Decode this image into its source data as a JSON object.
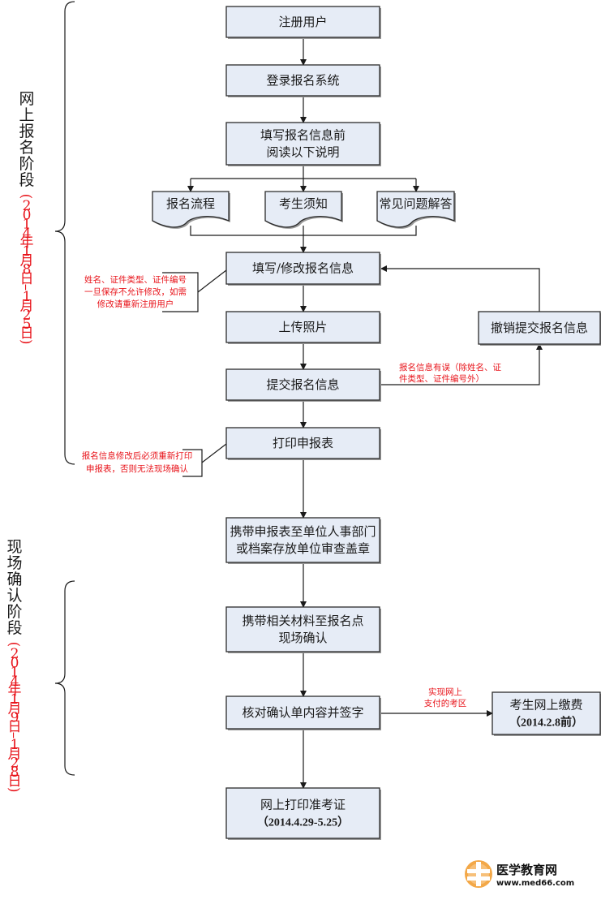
{
  "phases": [
    {
      "id": "online",
      "title_chars": [
        "网",
        "上",
        "报",
        "名",
        "阶",
        "段"
      ],
      "date_chars": [
        "(",
        "2",
        "0",
        "1",
        "4",
        "年",
        "1",
        "月",
        "8",
        "日",
        "–",
        "1",
        "月",
        "2",
        "5",
        "日",
        ")"
      ],
      "title": "网上报名阶段",
      "date": "(2014年1月8日–1月25日)"
    },
    {
      "id": "onsite",
      "title_chars": [
        "现",
        "场",
        "确",
        "认",
        "阶",
        "段"
      ],
      "date_chars": [
        "(",
        "2",
        "0",
        "1",
        "4",
        "年",
        "1",
        "月",
        "9",
        "日",
        "–",
        "1",
        "月",
        "2",
        "8",
        "日",
        ")"
      ],
      "title": "现场确认阶段",
      "date": "(2014年1月9日–1月28日)"
    }
  ],
  "steps": {
    "register": [
      "注册用户"
    ],
    "login": [
      "登录报名系统"
    ],
    "read_before": [
      "填写报名信息前",
      "阅读以下说明"
    ],
    "fill_modify": [
      "填写/修改报名信息"
    ],
    "upload_photo": [
      "上传照片"
    ],
    "submit": [
      "提交报名信息"
    ],
    "print_form": [
      "打印申报表"
    ],
    "stamp": [
      "携带申报表至单位人事部门",
      "或档案存放单位审查盖章"
    ],
    "onsite_confirm": [
      "携带相关材料至报名点",
      "现场确认"
    ],
    "check_sign": [
      "核对确认单内容并签字"
    ],
    "print_admission": [
      "网上打印准考证",
      "（2014.4.29-5.25）"
    ],
    "revoke": [
      "撤销提交报名信息"
    ],
    "pay_online": [
      "考生网上缴费",
      "（2014.2.8前）"
    ]
  },
  "documents": {
    "process": "报名流程",
    "notice": "考生须知",
    "faq": "常见问题解答"
  },
  "notes": {
    "fixed_fields": [
      "姓名、证件类型、证件编号",
      "一旦保存不允许修改，如需",
      "修改请重新注册用户"
    ],
    "reprint": [
      "报名信息修改后必须重新打印",
      "申报表，否则无法现场确认"
    ],
    "info_error": [
      "报名信息有误（除姓名、证",
      "件类型、证件编号外）"
    ],
    "online_payment_area": [
      "实现网上",
      "支付的考区"
    ]
  },
  "logo": {
    "title": "医学教育网",
    "url": "www.med66.com",
    "accent": "#f0a040"
  },
  "colors": {
    "box_fill": "#e6ecf6",
    "note_red": "#e8141b"
  }
}
